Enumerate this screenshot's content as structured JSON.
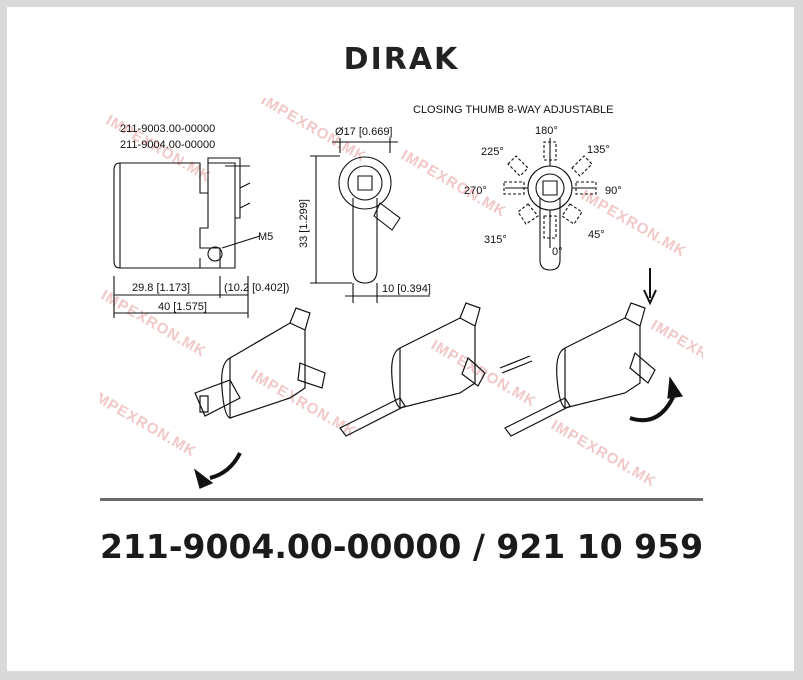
{
  "brand": "DIRAK",
  "drawing": {
    "model_lines": [
      "211-9003.00-00000",
      "211-9004.00-00000"
    ],
    "header_note": "CLOSING THUMB 8-WAY ADJUSTABLE",
    "dims": {
      "diameter": "Ø17 [0.669]",
      "height": "33 [1.299]",
      "width_small": "10 [0.394]",
      "len_a": "29.8 [1.173]",
      "len_b": "(10.2 [0.402])",
      "len_total": "40 [1.575]",
      "thread": "M5"
    },
    "angles": [
      "180°",
      "135°",
      "90°",
      "45°",
      "0°",
      "315°",
      "270°",
      "225°"
    ],
    "watermark": "IMPEXRON.MK"
  },
  "part_number": "211-9004.00-00000 / 921 10 959"
}
